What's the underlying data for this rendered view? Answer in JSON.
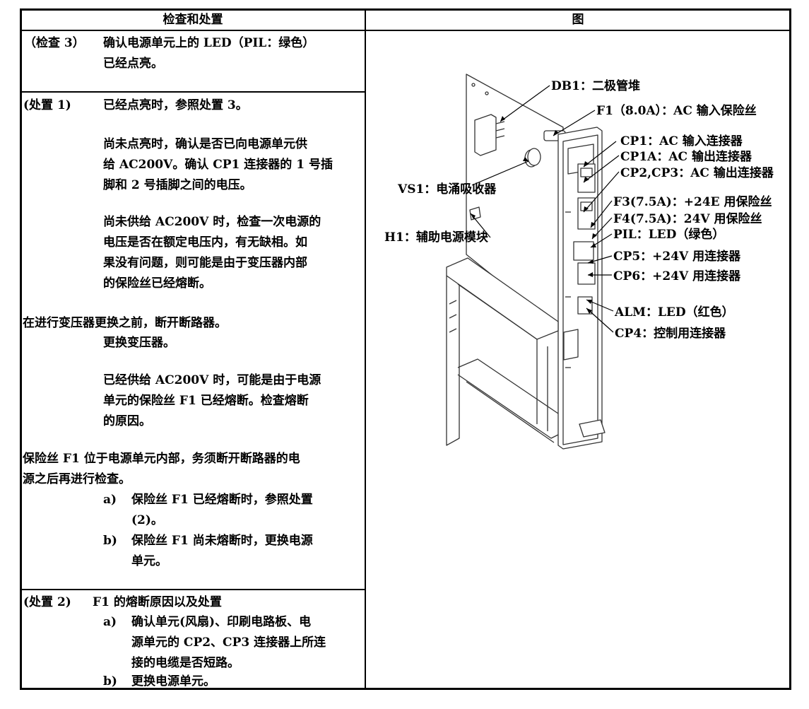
{
  "header": {
    "left": "检查和处置",
    "right": "图"
  },
  "check3": {
    "tag": "（检查 3）",
    "line1": "确认电源单元上的 LED（PIL：绿色）",
    "line2": "已经点亮。"
  },
  "action1": {
    "tag": "(处置 1)",
    "p1": "已经点亮时，参照处置 3。",
    "p2": [
      "尚未点亮时，确认是否已向电源单元供",
      "给 AC200V。确认 CP1 连接器的 1 号插",
      "脚和 2 号插脚之间的电压。"
    ],
    "p3": [
      "尚未供给 AC200V 时，检查一次电源的",
      "电压是否在额定电压内，有无缺相。如",
      "果没有问题，则可能是由于变压器内部",
      "的保险丝已经熔断。"
    ],
    "p4": "在进行变压器更换之前，断开断路器。",
    "p5": "更换变压器。",
    "p6": [
      "已经供给 AC200V 时，可能是由于电源",
      "单元的保险丝 F1 已经熔断。检查熔断",
      "的原因。"
    ],
    "p7": [
      "保险丝 F1 位于电源单元内部，务须断开断路器的电",
      "源之后再进行检查。"
    ],
    "a_tag": "a)",
    "a_text": [
      "保险丝 F1 已经熔断时，参照处置",
      "(2)。"
    ],
    "b_tag": "b)",
    "b_text": [
      "保险丝 F1 尚未熔断时，更换电源",
      "单元。"
    ]
  },
  "action2": {
    "tag": "(处置 2)",
    "title": "F1 的熔断原因以及处置",
    "a_tag": "a)",
    "a_text": [
      "确认单元(风扇)、印刷电路板、电",
      "源单元的 CP2、CP3 连接器上所连",
      "接的电缆是否短路。"
    ],
    "b_tag": "b)",
    "b_text": "更换电源单元。"
  },
  "figure": {
    "labels": {
      "db1": "DB1：二极管堆",
      "f1": "F1（8.0A）：AC 输入保险丝",
      "cp1": "CP1：AC 输入连接器",
      "cp1a": "CP1A：AC 输出连接器",
      "cp23": "CP2,CP3：AC 输出连接器",
      "vs1": "VS1：电涌吸收器",
      "f3": "F3(7.5A)：+24E 用保险丝",
      "f4": "F4(7.5A)：24V 用保险丝",
      "h1": "H1：辅助电源模块",
      "pil": "PIL：LED（绿色）",
      "cp5": "CP5：+24V 用连接器",
      "cp6": "CP6：+24V 用连接器",
      "alm": "ALM：LED（红色）",
      "cp4": "CP4：控制用连接器"
    }
  }
}
